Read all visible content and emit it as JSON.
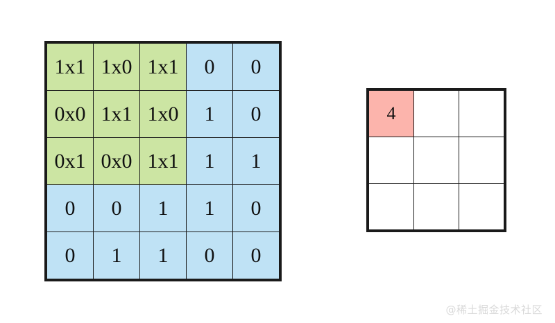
{
  "diagram": {
    "type": "convolution-illustration",
    "colors": {
      "kernel_overlap": "#cce5a3",
      "input_plain": "#bfe2f5",
      "output_active": "#fcb4ac",
      "output_empty": "#ffffff",
      "grid_line": "#1a1a1a",
      "background": "#ffffff",
      "watermark_text": "#d9d9d9"
    },
    "input_matrix": {
      "rows": 5,
      "cols": 5,
      "cells": [
        [
          {
            "text": "1x1",
            "state": "kernel"
          },
          {
            "text": "1x0",
            "state": "kernel"
          },
          {
            "text": "1x1",
            "state": "kernel"
          },
          {
            "text": "0",
            "state": "plain"
          },
          {
            "text": "0",
            "state": "plain"
          }
        ],
        [
          {
            "text": "0x0",
            "state": "kernel"
          },
          {
            "text": "1x1",
            "state": "kernel"
          },
          {
            "text": "1x0",
            "state": "kernel"
          },
          {
            "text": "1",
            "state": "plain"
          },
          {
            "text": "0",
            "state": "plain"
          }
        ],
        [
          {
            "text": "0x1",
            "state": "kernel"
          },
          {
            "text": "0x0",
            "state": "kernel"
          },
          {
            "text": "1x1",
            "state": "kernel"
          },
          {
            "text": "1",
            "state": "plain"
          },
          {
            "text": "1",
            "state": "plain"
          }
        ],
        [
          {
            "text": "0",
            "state": "plain"
          },
          {
            "text": "0",
            "state": "plain"
          },
          {
            "text": "1",
            "state": "plain"
          },
          {
            "text": "1",
            "state": "plain"
          },
          {
            "text": "0",
            "state": "plain"
          }
        ],
        [
          {
            "text": "0",
            "state": "plain"
          },
          {
            "text": "1",
            "state": "plain"
          },
          {
            "text": "1",
            "state": "plain"
          },
          {
            "text": "0",
            "state": "plain"
          },
          {
            "text": "0",
            "state": "plain"
          }
        ]
      ]
    },
    "output_matrix": {
      "rows": 3,
      "cols": 3,
      "cells": [
        [
          {
            "text": "4",
            "state": "result"
          },
          {
            "text": "",
            "state": "empty"
          },
          {
            "text": "",
            "state": "empty"
          }
        ],
        [
          {
            "text": "",
            "state": "empty"
          },
          {
            "text": "",
            "state": "empty"
          },
          {
            "text": "",
            "state": "empty"
          }
        ],
        [
          {
            "text": "",
            "state": "empty"
          },
          {
            "text": "",
            "state": "empty"
          },
          {
            "text": "",
            "state": "empty"
          }
        ]
      ]
    }
  },
  "watermark": {
    "text": "@稀土掘金技术社区"
  }
}
